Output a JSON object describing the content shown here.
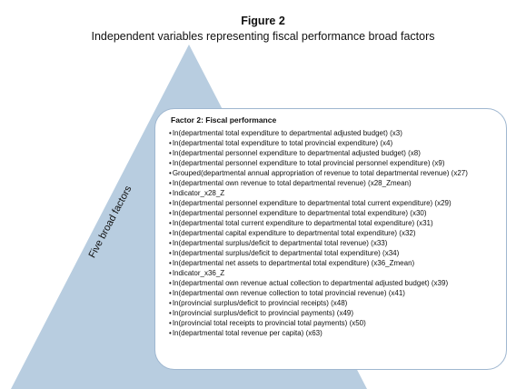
{
  "figure": {
    "title": "Figure 2",
    "subtitle": "Independent variables representing fiscal performance broad factors"
  },
  "diagram": {
    "side_label": "Five broad factors",
    "triangle_color": "#b8cde0",
    "box_border_color": "#9fb7d0"
  },
  "factor": {
    "heading": "Factor 2: Fiscal performance",
    "variables": [
      "In(departmental total expenditure to departmental adjusted budget) (x3)",
      "In(departmental total expenditure to total provincial expenditure) (x4)",
      "In(departmental personnel expenditure to departmental adjusted budget) (x8)",
      "In(departmental personnel expenditure to total provincial personnel expenditure) (x9)",
      "Grouped(departmental annual appropriation of revenue to total departmental revenue) (x27)",
      "In(departmental own revenue to total departmental revenue) (x28_Zmean)",
      "Indicator_x28_Z",
      "In(departmental personnel expenditure to departmental total current expenditure) (x29)",
      "In(departmental personnel expenditure to departmental total expenditure) (x30)",
      "In(departmental total current expenditure to departmental total expenditure) (x31)",
      "In(departmental capital expenditure to departmental total expenditure) (x32)",
      "In(departmental surplus/deficit to departmental total revenue) (x33)",
      "In(departmental surplus/deficit to departmental total expenditure) (x34)",
      "In(departmental net assets to departmental total expenditure) (x36_Zmean)",
      "Indicator_x36_Z",
      "In(departmental own revenue actual collection to departmental adjusted budget) (x39)",
      "In(departmental own revenue collection to total provincial revenue) (x41)",
      "In(provincial surplus/deficit to provincial receipts) (x48)",
      "In(provincial surplus/deficit to provincial payments) (x49)",
      "In(provincial total receipts to provincial total payments) (x50)",
      "In(departmental total revenue per capita) (x63)"
    ]
  }
}
